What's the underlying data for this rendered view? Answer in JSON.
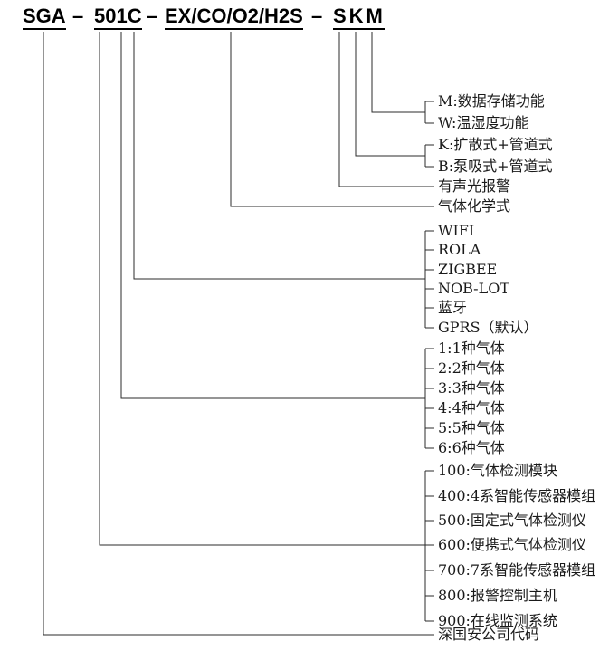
{
  "title": {
    "segments": [
      "SGA",
      "–",
      "501C",
      "–",
      "EX/CO/O2/H2S",
      "–",
      "SKM"
    ]
  },
  "groups": {
    "feature": {
      "code": "M",
      "items": [
        "M:数据存储功能",
        "W:温湿度功能"
      ]
    },
    "sampling": {
      "code": "K",
      "items": [
        "K:扩散式+管道式",
        "B:泵吸式+管道式"
      ]
    },
    "alarm": {
      "code": "S",
      "items": [
        "有声光报警"
      ]
    },
    "gas_formula": {
      "code": "EX/CO/O2/H2S",
      "items": [
        "气体化学式"
      ]
    },
    "communication": {
      "code": "C",
      "items": [
        "WIFI",
        "ROLA",
        "ZIGBEE",
        "NOB-LOT",
        "蓝牙",
        "GPRS（默认）"
      ]
    },
    "gas_count": {
      "code": "1",
      "items": [
        "1:1种气体",
        "2:2种气体",
        "3:3种气体",
        "4:4种气体",
        "5:5种气体",
        "6:6种气体"
      ]
    },
    "product_series": {
      "code": "5",
      "items": [
        "100:气体检测模块",
        "400:4系智能传感器模组",
        "500:固定式气体检测仪",
        "600:便携式气体检测仪",
        "700:7系智能传感器模组",
        "800:报警控制主机",
        "900:在线监测系统"
      ]
    },
    "company": {
      "code": "SGA",
      "items": [
        "深国安公司代码"
      ]
    }
  },
  "colors": {
    "line": "#2b2b2b",
    "text": "#1a1a1a",
    "background": "#ffffff"
  }
}
